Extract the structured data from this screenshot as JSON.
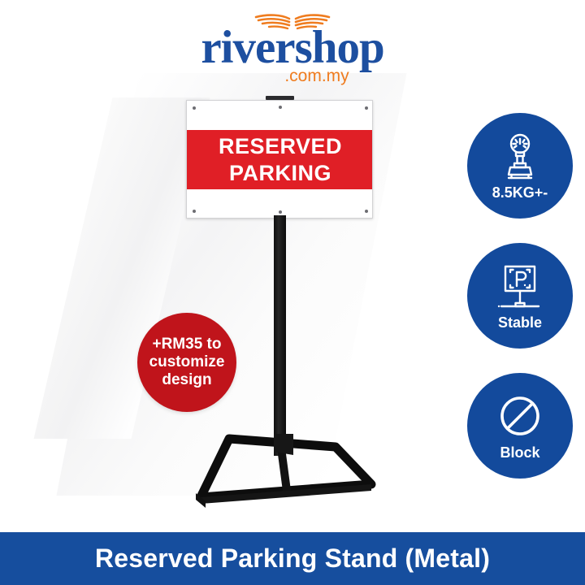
{
  "brand": {
    "name": "rivershop",
    "tld": ".com.my",
    "word_color": "#1d4fa0",
    "accent_color": "#ef7c1f",
    "wing_icon": "wings-icon"
  },
  "product": {
    "sign": {
      "line1": "RESERVED",
      "line2": "PARKING",
      "band_color": "#e01f26",
      "text_color": "#ffffff",
      "board_color": "#ffffff"
    },
    "pole_color": "#101010",
    "base_color": "#101010"
  },
  "promo_bubble": {
    "line1": "+RM35 to",
    "line2": "customize",
    "line3": "design",
    "color": "#c0141b"
  },
  "badges": [
    {
      "label": "8.5KG+-",
      "icon": "weight-scale-icon",
      "color": "#134a9c"
    },
    {
      "label": "Stable",
      "icon": "parking-sign-post-icon",
      "color": "#134a9c"
    },
    {
      "label": "Block",
      "icon": "prohibition-icon",
      "color": "#134a9c"
    }
  ],
  "footer": {
    "title": "Reserved Parking Stand (Metal)",
    "bar_color": "#164e9e",
    "text_color": "#ffffff"
  }
}
